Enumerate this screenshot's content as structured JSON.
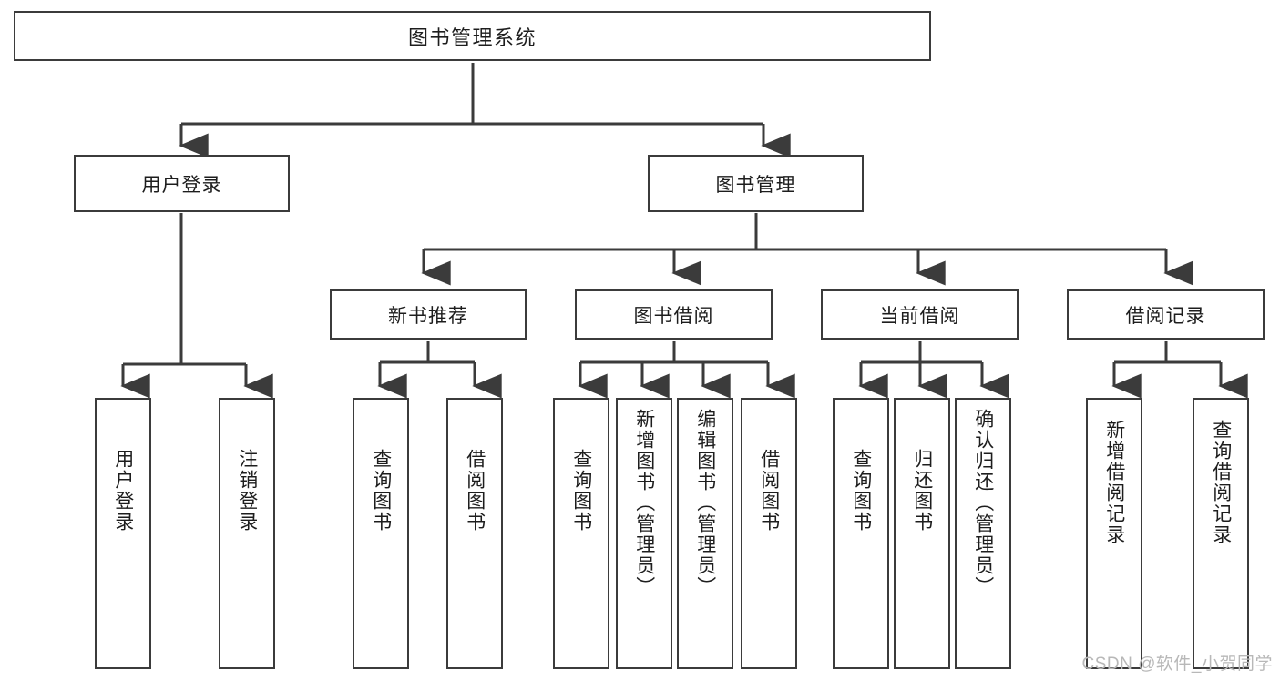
{
  "diagram": {
    "title": "图书管理系统",
    "type": "functional-decomposition-tree",
    "watermark": "CSDN @软件_小贺同学",
    "colors": {
      "background": "#ffffff",
      "box_border": "#3b3b3b",
      "box_fill": "#ffffff",
      "connector": "#3b3b3b",
      "text": "#1d1d1d",
      "watermark": "#b8b8b8"
    },
    "levels": {
      "root": "图书管理系统",
      "level2": [
        "用户登录",
        "图书管理"
      ],
      "level3": [
        "新书推荐",
        "图书借阅",
        "当前借阅",
        "借阅记录"
      ]
    },
    "nodes": {
      "root": {
        "label": "图书管理系统"
      },
      "user_login": {
        "label": "用户登录"
      },
      "book_manage": {
        "label": "图书管理"
      },
      "new_book_rec": {
        "label": "新书推荐"
      },
      "book_borrow": {
        "label": "图书借阅"
      },
      "current_borrow": {
        "label": "当前借阅"
      },
      "borrow_record": {
        "label": "借阅记录"
      },
      "leaf_user_login": {
        "label": "用户登录"
      },
      "leaf_logout": {
        "label": "注销登录"
      },
      "leaf_query_book_1": {
        "label": "查询图书"
      },
      "leaf_borrow_book_1": {
        "label": "借阅图书"
      },
      "leaf_query_book_2": {
        "label": "查询图书"
      },
      "leaf_add_book": {
        "label": "新增图书（管理员）"
      },
      "leaf_edit_book": {
        "label": "编辑图书（管理员）"
      },
      "leaf_borrow_book_2": {
        "label": "借阅图书"
      },
      "leaf_query_book_3": {
        "label": "查询图书"
      },
      "leaf_return_book": {
        "label": "归还图书"
      },
      "leaf_confirm_return": {
        "label": "确认归还（管理员）"
      },
      "leaf_add_record": {
        "label": "新增借阅记录"
      },
      "leaf_query_record": {
        "label": "查询借阅记录"
      }
    },
    "edges": [
      {
        "from": "root",
        "to": "user_login"
      },
      {
        "from": "root",
        "to": "book_manage"
      },
      {
        "from": "user_login",
        "to": "leaf_user_login"
      },
      {
        "from": "user_login",
        "to": "leaf_logout"
      },
      {
        "from": "book_manage",
        "to": "new_book_rec"
      },
      {
        "from": "book_manage",
        "to": "book_borrow"
      },
      {
        "from": "book_manage",
        "to": "current_borrow"
      },
      {
        "from": "book_manage",
        "to": "borrow_record"
      },
      {
        "from": "new_book_rec",
        "to": "leaf_query_book_1"
      },
      {
        "from": "new_book_rec",
        "to": "leaf_borrow_book_1"
      },
      {
        "from": "book_borrow",
        "to": "leaf_query_book_2"
      },
      {
        "from": "book_borrow",
        "to": "leaf_add_book"
      },
      {
        "from": "book_borrow",
        "to": "leaf_edit_book"
      },
      {
        "from": "book_borrow",
        "to": "leaf_borrow_book_2"
      },
      {
        "from": "current_borrow",
        "to": "leaf_query_book_3"
      },
      {
        "from": "current_borrow",
        "to": "leaf_return_book"
      },
      {
        "from": "current_borrow",
        "to": "leaf_confirm_return"
      },
      {
        "from": "borrow_record",
        "to": "leaf_add_record"
      },
      {
        "from": "borrow_record",
        "to": "leaf_query_record"
      }
    ]
  }
}
